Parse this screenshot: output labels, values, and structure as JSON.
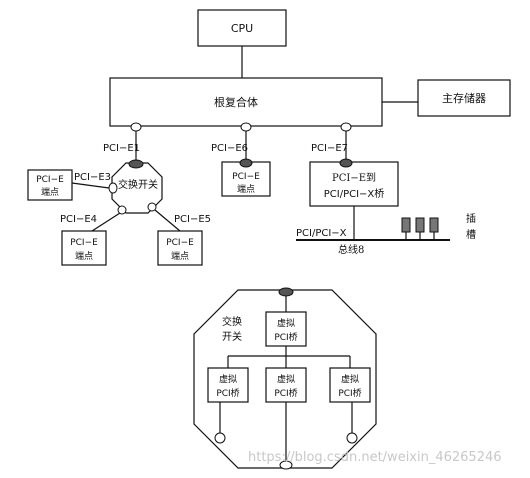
{
  "top": {
    "cpu": "CPU",
    "root_complex": "根复合体",
    "main_memory": "主存储器",
    "link_e1": "PCI−E1",
    "link_e3": "PCI−E3",
    "link_e4": "PCI−E4",
    "link_e5": "PCI−E5",
    "link_e6": "PCI−E6",
    "link_e7": "PCI−E7",
    "switch": "交换开关",
    "endpoint_left_1": "PCI−E",
    "endpoint_left_2": "端点",
    "endpoint_e6_1": "PCI−E",
    "endpoint_e6_2": "端点",
    "endpoint_e4_1": "PCI−E",
    "endpoint_e4_2": "端点",
    "endpoint_e5_1": "PCI−E",
    "endpoint_e5_2": "端点",
    "bridge_line1": "PCI−E到",
    "bridge_line2": "PCI/PCI−X桥",
    "bus_label": "PCI/PCI−X",
    "bus_number": "总线8",
    "slot_char1": "插",
    "slot_char2": "槽"
  },
  "detail": {
    "switch_label_1": "交换",
    "switch_label_2": "开关",
    "vbridge_top_1": "虚拟",
    "vbridge_top_2": "PCI桥",
    "vbridge_left_1": "虚拟",
    "vbridge_left_2": "PCI桥",
    "vbridge_mid_1": "虚拟",
    "vbridge_mid_2": "PCI桥",
    "vbridge_right_1": "虚拟",
    "vbridge_right_2": "PCI桥"
  },
  "watermark": "https://blog.csdn.net/weixin_46265246"
}
